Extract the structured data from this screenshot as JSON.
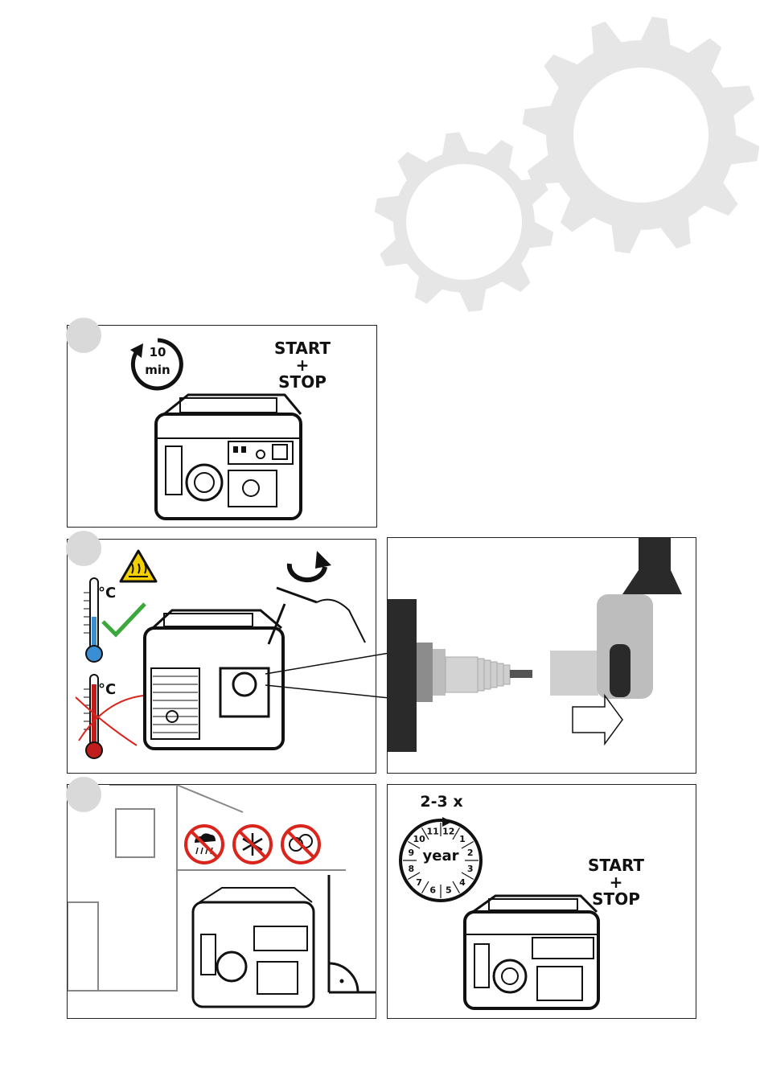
{
  "panel1": {
    "timer": {
      "value": "10",
      "unit": "min"
    },
    "action": {
      "line1": "START",
      "line2": "+",
      "line3": "STOP"
    }
  },
  "panel2": {
    "degree_cold": "°C",
    "degree_hot": "°C"
  },
  "panel4": {
    "frequency": "2-3 x",
    "year_label": "year",
    "months": [
      "1",
      "2",
      "3",
      "4",
      "5",
      "6",
      "7",
      "8",
      "9",
      "10",
      "11",
      "12"
    ],
    "action": {
      "line1": "START",
      "line2": "+",
      "line3": "STOP"
    }
  },
  "colors": {
    "gear": "#e6e6e6",
    "badge": "#d9d9d9",
    "check": "#3aa83a",
    "cross": "#d9251c",
    "prohibit": "#d9251c",
    "warning": "#f5d000"
  }
}
